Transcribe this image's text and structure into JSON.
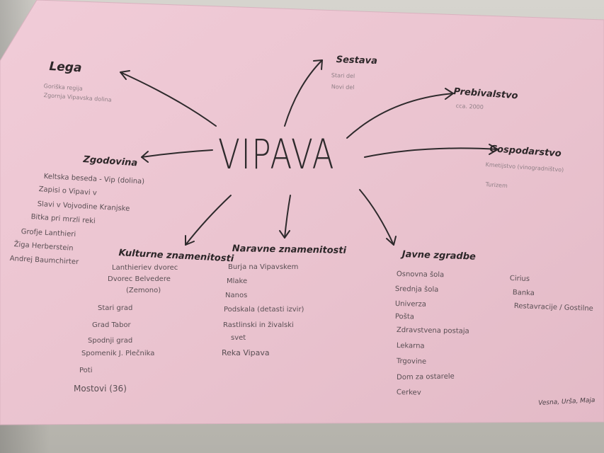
{
  "colors": {
    "paper": "#ecc6d2",
    "ink": "#2e2a2c",
    "backdrop": "#c8c6c0"
  },
  "title": "VIPAVA",
  "branches": {
    "lega": {
      "heading": "Lega",
      "items": [
        "Goriška regija",
        "Zgornja Vipavska dolina"
      ]
    },
    "sestava": {
      "heading": "Sestava",
      "items": [
        "Stari del",
        "Novi del"
      ]
    },
    "prebivalstvo": {
      "heading": "Prebivalstvo",
      "items": [
        "cca. 2000"
      ]
    },
    "gospodarstvo": {
      "heading": "Gospodarstvo",
      "items": [
        "Kmetijstvo (vinogradništvo)",
        "Turizem"
      ]
    },
    "zgodovina": {
      "heading": "Zgodovina",
      "items": [
        "Keltska beseda - Vip (dolina)",
        "Zapisi o Vipavi v",
        "Slavi v Vojvodine Kranjske",
        "Bitka pri mrzli reki",
        "Grofje Lanthieri",
        "Žiga Herberstein",
        "Andrej Baumchirter"
      ]
    },
    "kulturne": {
      "heading": "Kulturne znamenitosti",
      "items": [
        "Lanthieriev dvorec",
        "Dvorec Belvedere",
        "(Zemono)",
        "Stari grad",
        "Grad Tabor",
        "Spodnji grad",
        "Spomenik J. Plečnika",
        "Poti",
        "Mostovi (36)"
      ]
    },
    "naravne": {
      "heading": "Naravne znamenitosti",
      "items": [
        "Burja na Vipavskem",
        "Mlake",
        "Nanos",
        "Podskala (detasti izvir)",
        "Rastlinski in živalski",
        "svet",
        "Reka Vipava"
      ]
    },
    "javne": {
      "heading": "Javne zgradbe",
      "items": [
        "Osnovna šola",
        "Srednja šola",
        "Univerza",
        "Pošta",
        "Zdravstvena postaja",
        "Lekarna",
        "Trgovine",
        "Dom za ostarele",
        "Cerkev"
      ],
      "items2": [
        "Cirius",
        "Banka",
        "Restavracije / Gostilne"
      ]
    }
  },
  "signature": "Vesna, Urša, Maja"
}
